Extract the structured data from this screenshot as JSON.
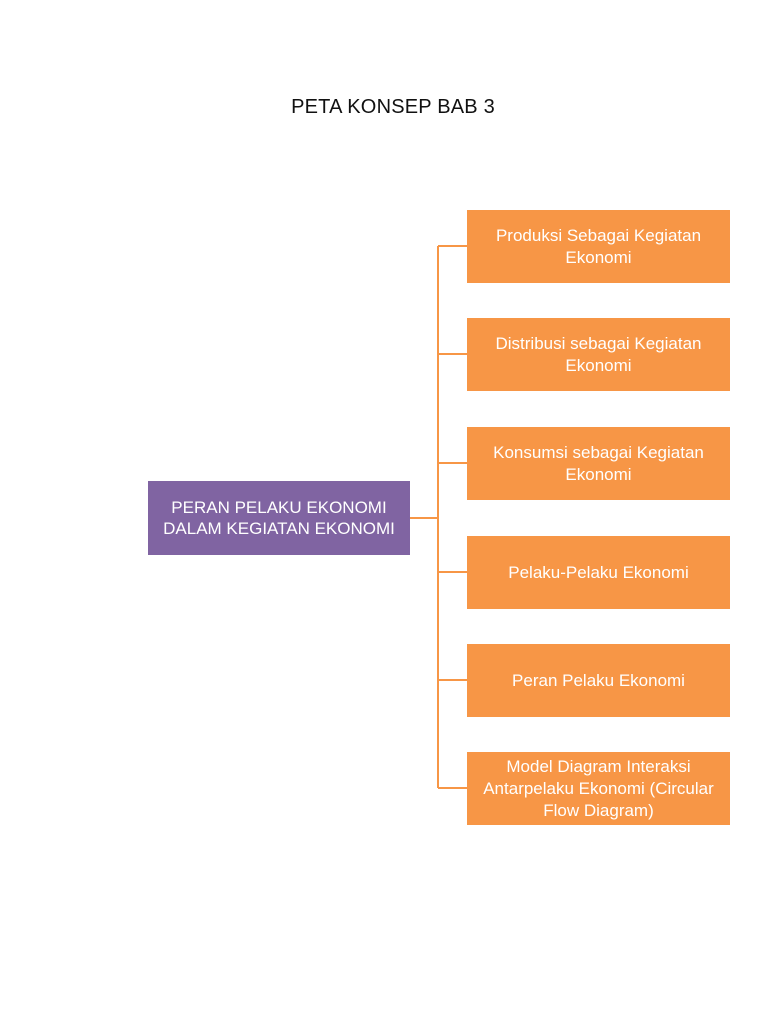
{
  "title": "PETA KONSEP BAB 3",
  "central": {
    "label": "PERAN PELAKU EKONOMI DALAM KEGIATAN EKONOMI"
  },
  "branches": [
    {
      "label": "Produksi Sebagai Kegiatan Ekonomi"
    },
    {
      "label": "Distribusi sebagai Kegiatan Ekonomi"
    },
    {
      "label": "Konsumsi sebagai Kegiatan Ekonomi"
    },
    {
      "label": "Pelaku-Pelaku Ekonomi"
    },
    {
      "label": "Peran Pelaku Ekonomi"
    },
    {
      "label": "Model Diagram Interaksi Antarpelaku Ekonomi (Circular Flow Diagram)"
    }
  ],
  "colors": {
    "central_fill": "#8064a2",
    "branch_fill": "#f79646",
    "connector": "#f79646"
  }
}
